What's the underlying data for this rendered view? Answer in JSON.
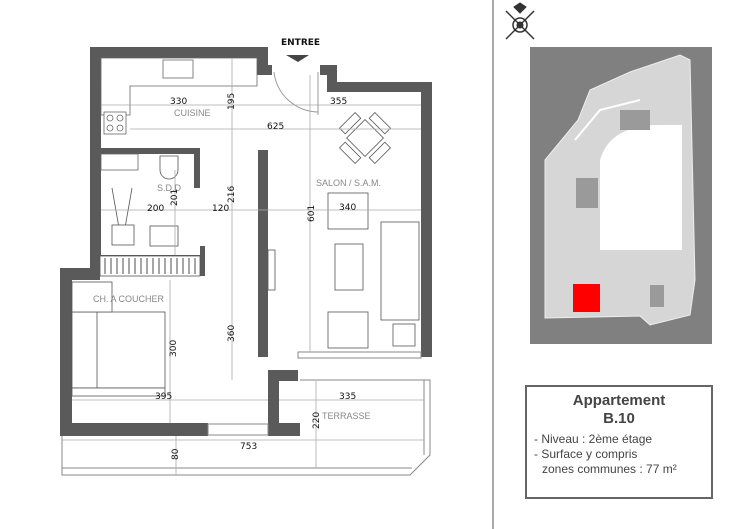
{
  "plan": {
    "entrance_label": "ENTREE",
    "rooms": {
      "kitchen": "CUISINE",
      "bathroom": "S.D.D",
      "living": "SALON / S.A.M.",
      "bedroom": "CH. A COUCHER",
      "terrace": "TERRASSE"
    },
    "dimensions": {
      "kitchen_width": "330",
      "kitchen_depth": "195",
      "living_top_width": "355",
      "total_width": "625",
      "bathroom_width": "200",
      "bathroom_depth": "201",
      "hall_width": "120",
      "hall_depth": "216",
      "living_width": "340",
      "living_depth": "601",
      "bedroom_depth": "300",
      "hall_lower_depth": "360",
      "bedroom_width": "395",
      "terrace_width": "335",
      "terrace_depth": "220",
      "terrace_total_width": "753",
      "terrace_lower_depth": "80"
    }
  },
  "site_plan": {
    "highlight_color": "#ff0000",
    "background_color": "#808080"
  },
  "info": {
    "title": "Appartement",
    "unit": "B.10",
    "level": "- Niveau : 2ème étage",
    "surface_line1": "- Surface y compris",
    "surface_line2": "zones communes : 77 m²"
  }
}
